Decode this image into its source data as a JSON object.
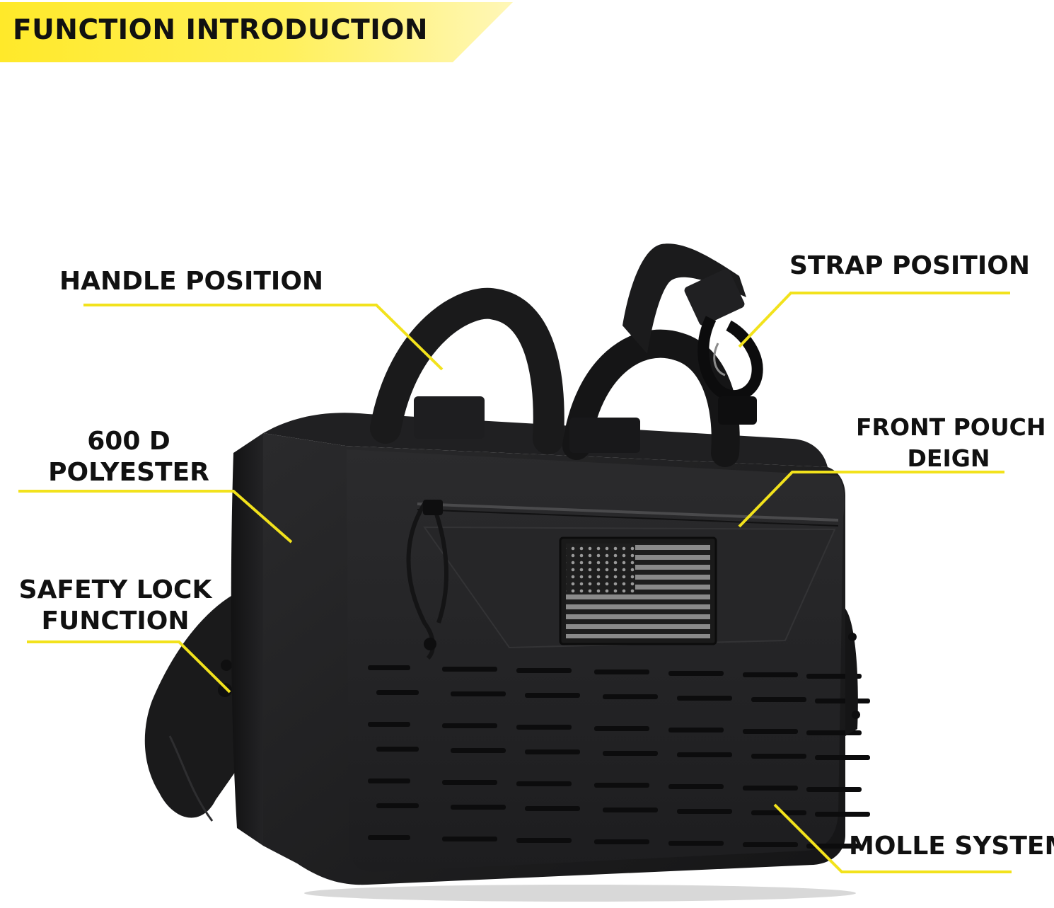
{
  "header": {
    "title": "FUNCTION INTRODUCTION"
  },
  "colors": {
    "banner_yellow": "#ffee33",
    "banner_fade": "#fff6b0",
    "callout_line": "#f2e21c",
    "bag": "#1c1c1e",
    "text": "#111111"
  },
  "callouts": {
    "handle": {
      "text": "HANDLE POSITION"
    },
    "strap": {
      "text": "STRAP POSITION"
    },
    "polyester": {
      "line1": "600 D",
      "line2": "POLYESTER"
    },
    "front_pouch": {
      "line1": "FRONT POUCH",
      "line2": "DEIGN"
    },
    "safety_lock": {
      "line1": "SAFETY LOCK",
      "line2": "FUNCTION"
    },
    "molle": {
      "text": "MOLLE SYSTEM"
    }
  },
  "product": {
    "name": "tactical-pistol-range-bag",
    "color": "black",
    "features": [
      "handles",
      "shoulder-strap",
      "front-pouch",
      "flag-patch",
      "molle-laser-cut-panel",
      "zipper-pulls"
    ]
  }
}
